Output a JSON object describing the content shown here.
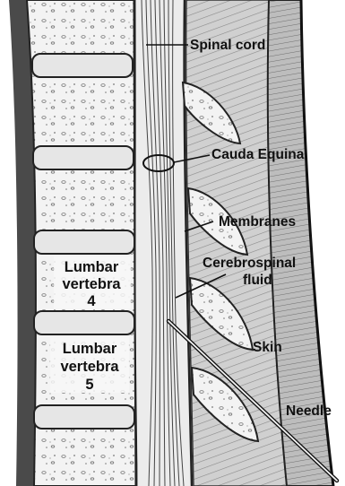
{
  "labels": {
    "spinal_cord": "Spinal cord",
    "cauda_equina": "Cauda Equina",
    "membranes": "Membranes",
    "csf_line1": "Cerebrospinal",
    "csf_line2": "fluid",
    "skin": "Skin",
    "needle": "Needle"
  },
  "vertebrae": {
    "l4": {
      "line1": "Lumbar",
      "line2": "vertebra",
      "number": "4"
    },
    "l5": {
      "line1": "Lumbar",
      "line2": "vertebra",
      "number": "5"
    }
  }
}
